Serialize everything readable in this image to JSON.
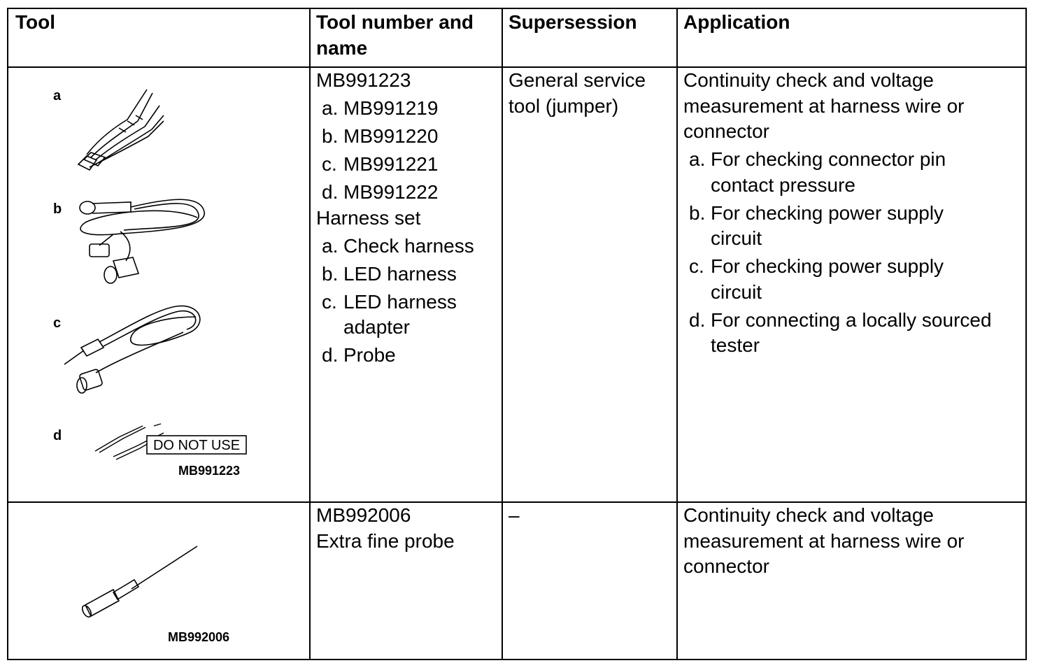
{
  "headers": {
    "tool": "Tool",
    "number_name": "Tool number and name",
    "supersession": "Supersession",
    "application": "Application"
  },
  "rows": [
    {
      "figure": {
        "part_letters": [
          "a",
          "b",
          "c",
          "d"
        ],
        "warning_label": "DO NOT USE",
        "caption": "MB991223"
      },
      "number": "MB991223",
      "sub_numbers": [
        {
          "letter": "a.",
          "text": "MB991219"
        },
        {
          "letter": "b.",
          "text": "MB991220"
        },
        {
          "letter": "c.",
          "text": "MB991221"
        },
        {
          "letter": "d.",
          "text": "MB991222"
        }
      ],
      "set_name": "Harness set",
      "sub_names": [
        {
          "letter": "a.",
          "text": "Check harness"
        },
        {
          "letter": "b.",
          "text": "LED harness"
        },
        {
          "letter": "c.",
          "text": "LED harness adapter"
        },
        {
          "letter": "d.",
          "text": "Probe"
        }
      ],
      "supersession": "General service tool (jumper)",
      "application": "Continuity check and voltage measurement at harness wire or connector",
      "application_items": [
        {
          "letter": "a.",
          "text": "For checking connector pin contact pressure"
        },
        {
          "letter": "b.",
          "text": "For checking power supply circuit"
        },
        {
          "letter": "c.",
          "text": "For checking power supply circuit"
        },
        {
          "letter": "d.",
          "text": "For connecting a locally sourced tester"
        }
      ]
    },
    {
      "figure": {
        "caption": "MB992006"
      },
      "number": "MB992006",
      "name": "Extra fine probe",
      "supersession": "–",
      "application": "Continuity check and voltage measurement at harness wire or connector"
    }
  ]
}
